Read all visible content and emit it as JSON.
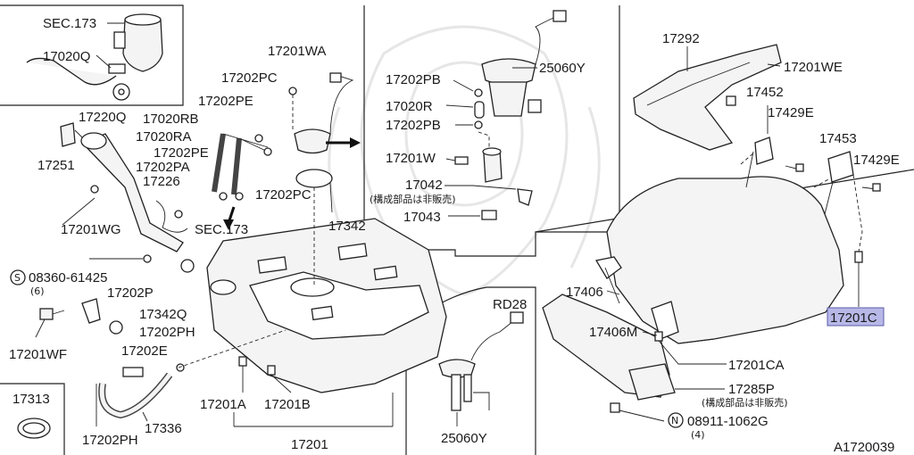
{
  "diagram_id": "A1720039",
  "labels": {
    "sec173_top": "SEC.173",
    "p17020q": "17020Q",
    "p17220q": "17220Q",
    "p17251": "17251",
    "p17201wg": "17201WG",
    "p17226": "17226",
    "p08360": "08360-61425",
    "qty6": "(6)",
    "p17201wf": "17201WF",
    "p17313": "17313",
    "p17202ph_l": "17202PH",
    "p17336": "17336",
    "p17202e": "17202E",
    "p17202ph_m": "17202PH",
    "p17342q": "17342Q",
    "p17202p": "17202P",
    "p17020rb": "17020RB",
    "p17020ra": "17020RA",
    "p17202pe_a": "17202PE",
    "p17202pe_b": "17202PE",
    "p17202pa": "17202PA",
    "p17202pc_a": "17202PC",
    "p17202pc_b": "17202PC",
    "p17201wa": "17201WA",
    "sec173_mid": "SEC.173",
    "p17342": "17342",
    "p17201a": "17201A",
    "p17201b": "17201B",
    "p17201": "17201",
    "p17202pb_a": "17202PB",
    "p17202pb_b": "17202PB",
    "p17020r": "17020R",
    "p17201w": "17201W",
    "p17042": "17042",
    "not_sold_a": "(構成部品は非販売)",
    "p17043": "17043",
    "p25060y_a": "25060Y",
    "rd28": "RD28",
    "p25060y_b": "25060Y",
    "p17292": "17292",
    "p17201we": "17201WE",
    "p17452": "17452",
    "p17429e_a": "17429E",
    "p17453": "17453",
    "p17429e_b": "17429E",
    "p17406": "17406",
    "p17406m": "17406M",
    "p17201ca": "17201CA",
    "p17285p": "17285P",
    "not_sold_b": "(構成部品は非販売)",
    "p08911": "08911-1062G",
    "qty4": "(4)",
    "p17201c": "17201C",
    "sym_s": "S",
    "sym_n": "N"
  },
  "highlight_color": "#b8b8e8"
}
